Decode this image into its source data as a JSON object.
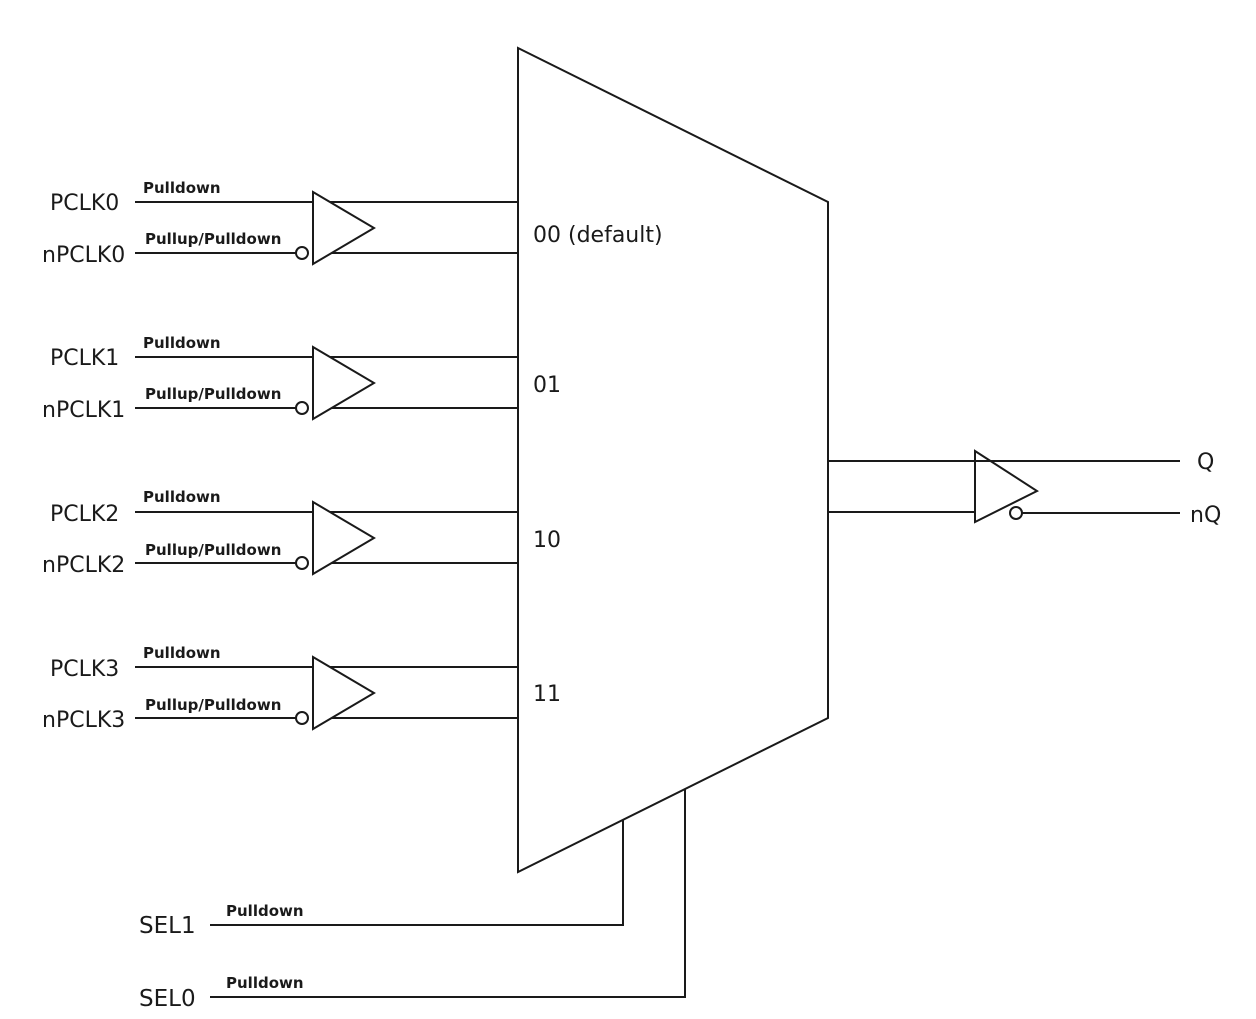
{
  "inputs": [
    {
      "p": "PCLK0",
      "n": "nPCLK0",
      "p_pull": "Pulldown",
      "n_pull": "Pullup/Pulldown",
      "select": "00 (default)"
    },
    {
      "p": "PCLK1",
      "n": "nPCLK1",
      "p_pull": "Pulldown",
      "n_pull": "Pullup/Pulldown",
      "select": "01"
    },
    {
      "p": "PCLK2",
      "n": "nPCLK2",
      "p_pull": "Pulldown",
      "n_pull": "Pullup/Pulldown",
      "select": "10"
    },
    {
      "p": "PCLK3",
      "n": "nPCLK3",
      "p_pull": "Pulldown",
      "n_pull": "Pullup/Pulldown",
      "select": "11"
    }
  ],
  "selects": [
    {
      "name": "SEL1",
      "pull": "Pulldown"
    },
    {
      "name": "SEL0",
      "pull": "Pulldown"
    }
  ],
  "outputs": {
    "q": "Q",
    "nq": "nQ"
  }
}
